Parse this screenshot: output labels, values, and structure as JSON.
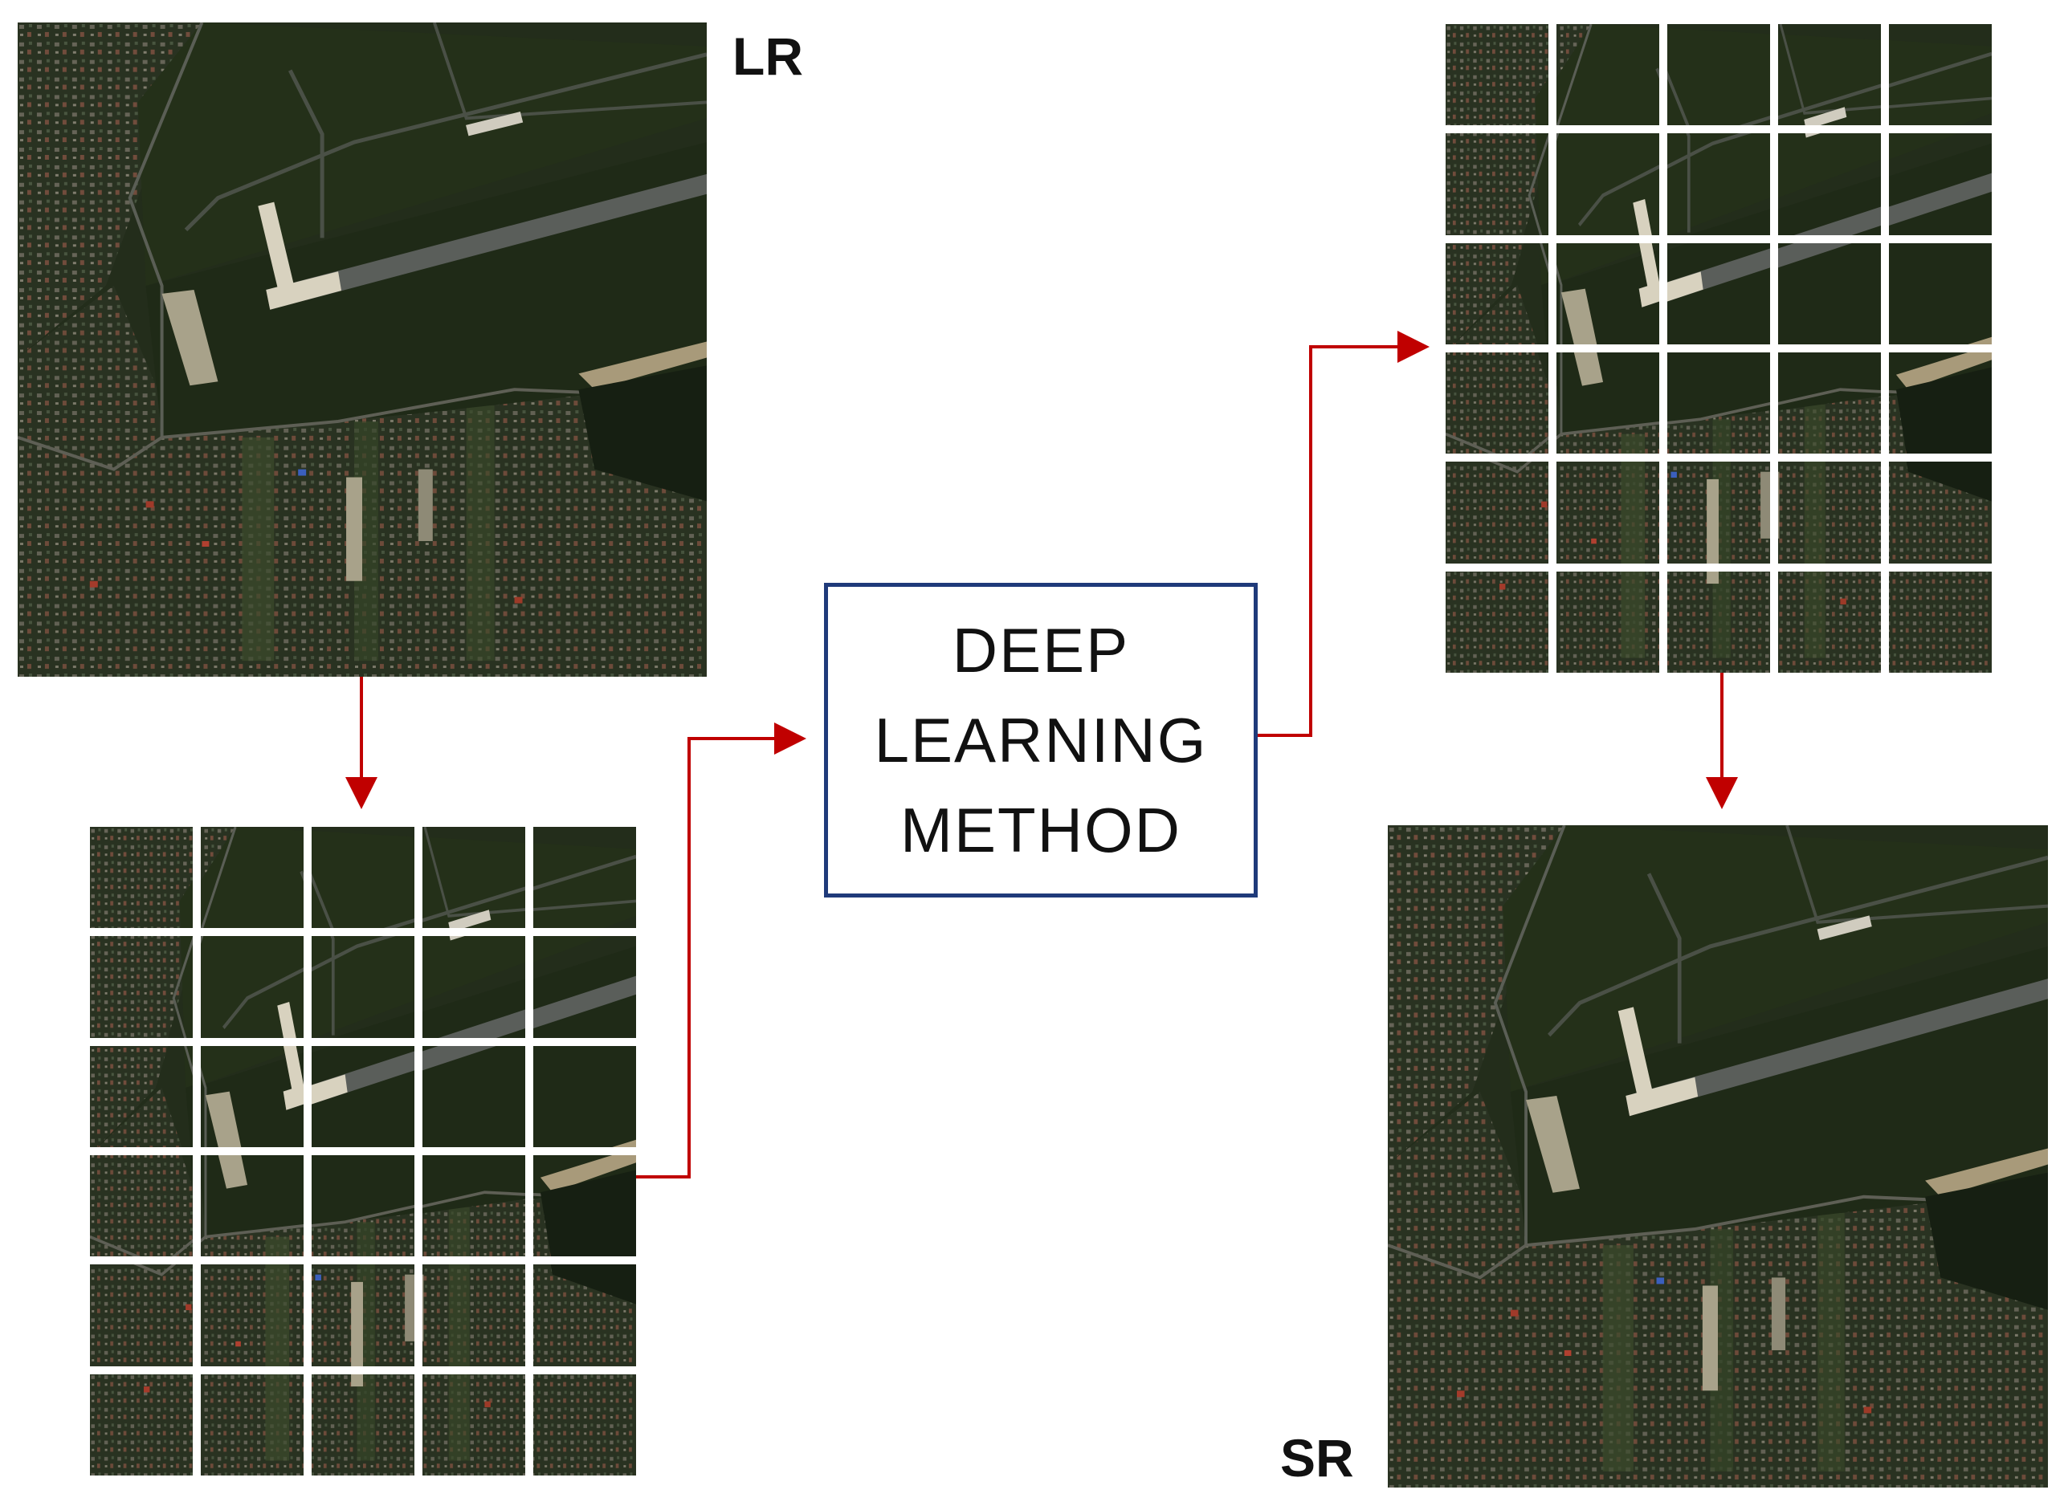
{
  "labels": {
    "lr": "LR",
    "sr": "SR"
  },
  "method_box": {
    "lines": [
      "DEEP",
      "LEARNING",
      "METHOD"
    ]
  },
  "grids": {
    "rows": 6,
    "cols": 5
  },
  "colors": {
    "arrow": "#c00000",
    "box_border": "#1f3a7a",
    "vegetation": "#232d1b",
    "runway": "#d8d2bf",
    "tarmac": "#5a5e5a"
  },
  "icons": {
    "arrow": "arrowhead-icon"
  }
}
